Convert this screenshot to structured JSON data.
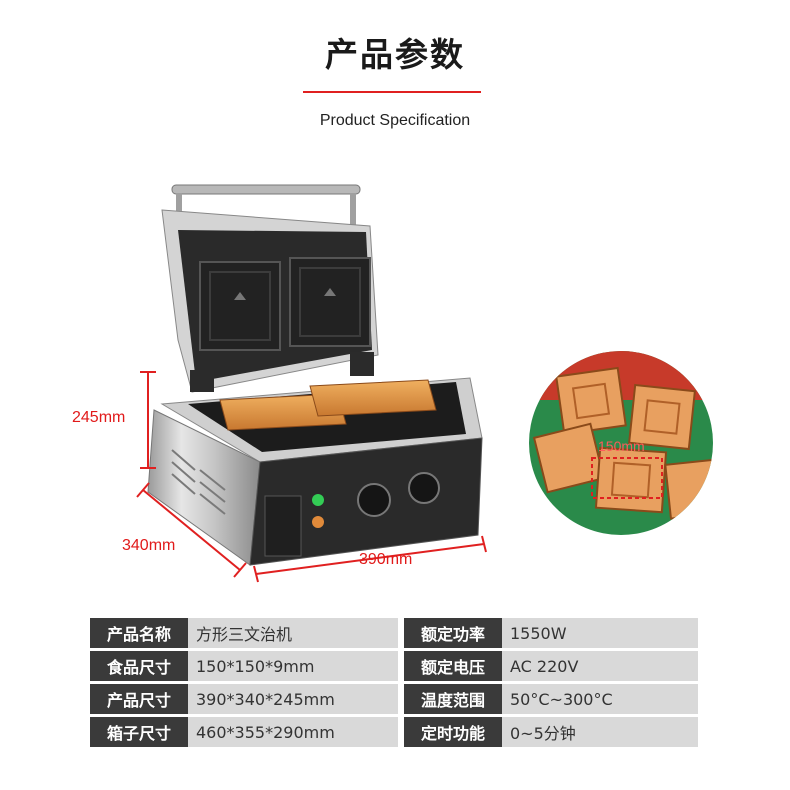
{
  "header": {
    "title": "产品参数",
    "subtitle": "Product Specification"
  },
  "product_image": {
    "height_label": "245mm",
    "depth_label": "340mm",
    "width_label": "390mm",
    "food_label": "150mm"
  },
  "specs": {
    "rows": [
      {
        "label_left": "产品名称",
        "value_left": "方形三文治机",
        "label_right": "额定功率",
        "value_right": "1550W"
      },
      {
        "label_left": "食品尺寸",
        "value_left": "150*150*9mm",
        "label_right": "额定电压",
        "value_right": "AC 220V"
      },
      {
        "label_left": "产品尺寸",
        "value_left": "390*340*245mm",
        "label_right": "温度范围",
        "value_right": "50°C~300°C"
      },
      {
        "label_left": "箱子尺寸",
        "value_left": "460*355*290mm",
        "label_right": "定时功能",
        "value_right": "0~5分钟"
      }
    ]
  },
  "colors": {
    "accent_red": "#e02020",
    "table_key_bg": "#3a3a3a",
    "table_value_bg": "#d9d9d9"
  }
}
